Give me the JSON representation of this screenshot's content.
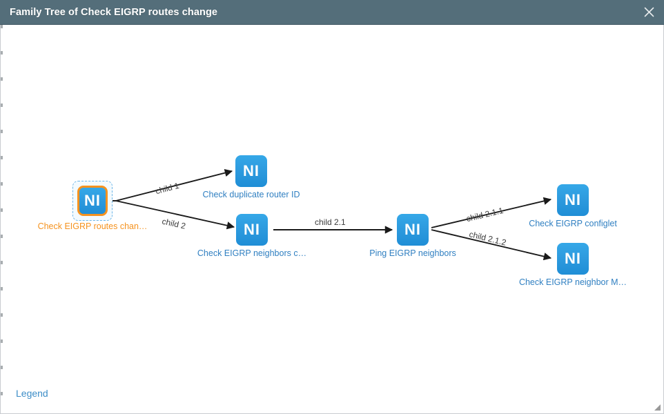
{
  "window": {
    "title": "Family Tree of Check EIGRP routes change",
    "close_label": "×",
    "close_icon": "close-icon",
    "header_color": "#546e7a"
  },
  "colors": {
    "node_blue": "#2d9ade",
    "label_blue": "#2f7fc1",
    "root_orange": "#f5921e",
    "edge_black": "#1a1a1a",
    "link_blue": "#3c8dc7"
  },
  "graph": {
    "node_glyph": "NI",
    "nodes": [
      {
        "id": "root",
        "label": "Check EIGRP routes chan…",
        "selected": true
      },
      {
        "id": "child1",
        "label": "Check duplicate router ID",
        "selected": false
      },
      {
        "id": "child2",
        "label": "Check EIGRP neighbors c…",
        "selected": false
      },
      {
        "id": "child21",
        "label": "Ping EIGRP neighbors",
        "selected": false
      },
      {
        "id": "child211",
        "label": "Check EIGRP configlet",
        "selected": false
      },
      {
        "id": "child212",
        "label": "Check EIGRP neighbor M…",
        "selected": false
      }
    ],
    "edges": [
      {
        "from": "root",
        "to": "child1",
        "label": "child 1"
      },
      {
        "from": "root",
        "to": "child2",
        "label": "child 2"
      },
      {
        "from": "child2",
        "to": "child21",
        "label": "child 2.1"
      },
      {
        "from": "child21",
        "to": "child211",
        "label": "child 2.1.1"
      },
      {
        "from": "child21",
        "to": "child212",
        "label": "child 2.1.2"
      }
    ]
  },
  "footer": {
    "legend_label": "Legend"
  }
}
